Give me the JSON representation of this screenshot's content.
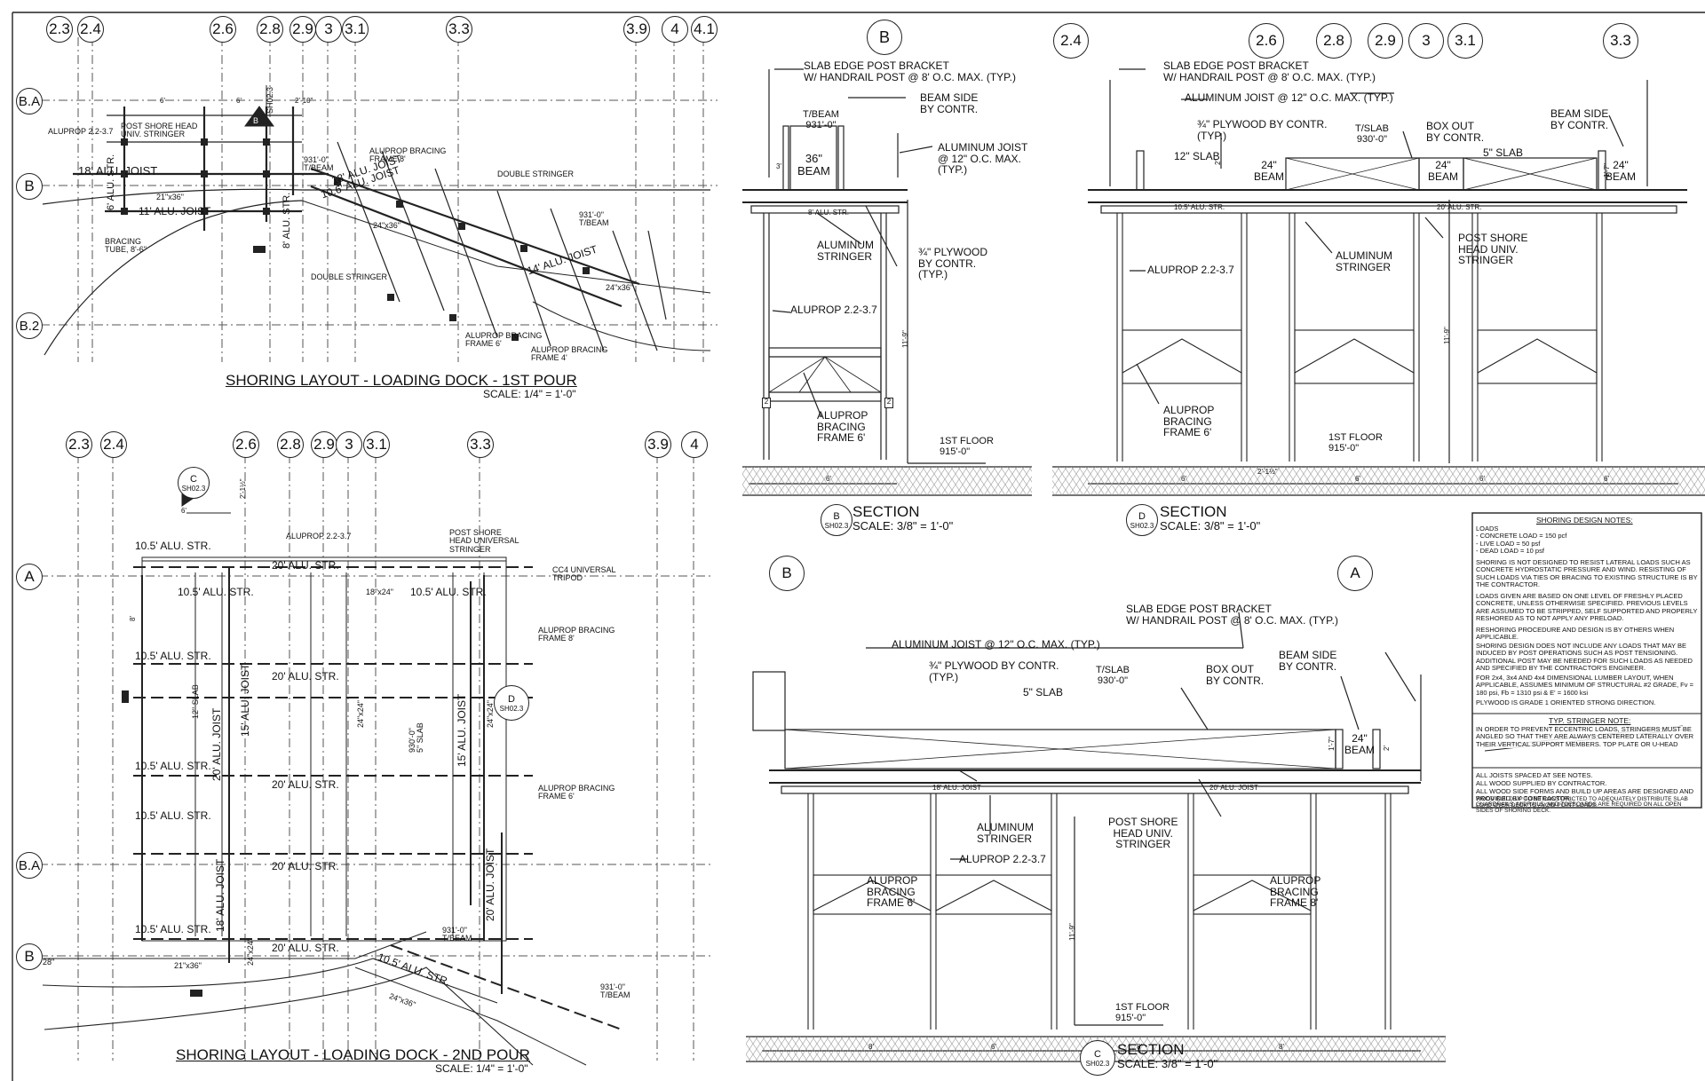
{
  "plan1": {
    "title": "SHORING LAYOUT - LOADING DOCK - 1ST POUR",
    "scale": "SCALE: 1/4\" = 1'-0\"",
    "grids": [
      "2.3",
      "2.4",
      "2.6",
      "2.8",
      "2.9",
      "3",
      "3.1",
      "3.3",
      "3.9",
      "4",
      "4.1"
    ],
    "rows": [
      "B.A",
      "B",
      "B.2"
    ],
    "labels": {
      "aluprop": "ALUPROP 2.2-3.7",
      "post_shore": "POST SHORE HEAD\nUNIV. STRINGER",
      "joist18": "18' ALU. JOIST",
      "joist11": "11' ALU. JOIST",
      "beam21": "21\"x36\"",
      "bracing_tube": "BRACING\nTUBE, 8'-6\"",
      "double_stringer": "DOUBLE STRINGER",
      "double_stringer2": "DOUBLE STRINGER",
      "bracing8": "ALUPROP BRACING\nFRAME 8'",
      "bracing6": "ALUPROP BRACING\nFRAME 6'",
      "bracing4": "ALUPROP BRACING\nFRAME 4'",
      "tbeam1": "931'-0\"\nT/BEAM",
      "tbeam2": "931'-0\"\nT/BEAM",
      "joist18b": "18' ALU. JOIST",
      "joist10": "10.6' ALU. JOIST",
      "joist14": "14' ALU. JOIST",
      "beam24a": "24\"x36\"",
      "beam24b": "24\"x36\"",
      "str6": "6' ALU. STR.",
      "str8": "8' ALU. STR.",
      "dim_6a": "6'",
      "dim_6b": "6'",
      "dim_210": "2'-10\"",
      "sh": "SH02.3",
      "b": "B"
    }
  },
  "plan2": {
    "title": "SHORING LAYOUT - LOADING DOCK - 2ND POUR",
    "scale": "SCALE: 1/4\" = 1'-0\"",
    "grids": [
      "2.3",
      "2.4",
      "2.6",
      "2.8",
      "2.9",
      "3",
      "3.1",
      "3.3",
      "3.9",
      "4"
    ],
    "rows": [
      "A",
      "B.A",
      "B"
    ],
    "labels": {
      "str105": "10.5' ALU. STR.",
      "str20": "20' ALU. STR.",
      "aluprop": "ALUPROP 2.2-3.7",
      "post_shore": "POST SHORE\nHEAD UNIVERSAL\nSTRINGER",
      "tripod": "CC4 UNIVERSAL\nTRIPOD",
      "bracing8": "ALUPROP BRACING\nFRAME 8'",
      "bracing6": "ALUPROP BRACING\nFRAME 6'",
      "joist20": "20' ALU. JOIST",
      "joist15": "15' ALU. JOIST",
      "joist18": "18' ALU. JOIST",
      "joist15b": "15' ALU. JOIST",
      "joist20b": "20' ALU. JOIST",
      "slab12": "12\" SLAB",
      "beam18": "18\"x24\"",
      "beam24": "24\"x24\"",
      "beam24b": "24\"x24\"",
      "beam21": "21\"x36\"",
      "beam2436": "24\"x36\"",
      "tslab": "930'-0\"\n5\" SLAB",
      "tbeam": "931'-0\"\nT/BEAM",
      "tbeam2": "931'-0\"\nT/BEAM",
      "dim28": "28\"",
      "dim6": "6'",
      "dim2": "2'-1½\"",
      "dim8": "8'",
      "c": "C",
      "d": "D",
      "sh": "SH02.3"
    }
  },
  "secB": {
    "bubble": "B",
    "title": "SECTION",
    "tag": "B",
    "sh": "SH02.3",
    "scale": "SCALE: 3/8\" = 1'-0\"",
    "slab_edge": "SLAB EDGE POST BRACKET\nW/ HANDRAIL POST @ 8' O.C. MAX. (TYP.)",
    "beam_side": "BEAM SIDE\nBY CONTR.",
    "tbeam": "T/BEAM\n931'-0\"",
    "beam36": "36\"\nBEAM",
    "al_joist": "ALUMINUM JOIST\n@ 12\" O.C. MAX.\n(TYP.)",
    "al_str": "ALUMINUM\nSTRINGER",
    "plywood": "¾\" PLYWOOD\nBY CONTR.\n(TYP.)",
    "aluprop": "ALUPROP 2.2-3.7",
    "bracing": "ALUPROP\nBRACING\nFRAME 6'",
    "floor": "1ST FLOOR\n915'-0\"",
    "str8": "8' ALU. STR.",
    "dim3": "3'",
    "dim119": "11'-9\"",
    "dim6": "6'",
    "two": "2"
  },
  "secD": {
    "title": "SECTION",
    "tag": "D",
    "sh": "SH02.3",
    "scale": "SCALE: 3/8\" = 1'-0\"",
    "grids": [
      "2.4",
      "2.6",
      "2.8",
      "2.9",
      "3",
      "3.1",
      "3.3"
    ],
    "slab_edge": "SLAB EDGE POST BRACKET\nW/ HANDRAIL POST @ 8' O.C. MAX. (TYP.)",
    "al_joist": "ALUMINUM JOIST @ 12\" O.C. MAX. (TYP.)",
    "plywood": "¾\" PLYWOOD BY CONTR.\n(TYP.)",
    "tslab": "T/SLAB\n930'-0\"",
    "box_out": "BOX OUT\nBY CONTR.",
    "beam_side": "BEAM SIDE\nBY CONTR.",
    "slab12": "12\" SLAB",
    "slab5": "5\" SLAB",
    "beam24": "24\"\nBEAM",
    "str105": "10.5' ALU. STR.",
    "str20": "20' ALU. STR.",
    "aluprop": "ALUPROP 2.2-3.7",
    "al_str": "ALUMINUM\nSTRINGER",
    "post_shore": "POST SHORE\nHEAD UNIV.\nSTRINGER",
    "bracing": "ALUPROP\nBRACING\nFRAME 6'",
    "floor": "1ST FLOOR\n915'-0\"",
    "dim119": "11'-9\"",
    "dim17": "1'-7\"",
    "dim2": "2'",
    "dim6": "6'",
    "dim212": "2'-1½\"",
    "two": "2"
  },
  "secC": {
    "title": "SECTION",
    "tag": "C",
    "sh": "SH02.3",
    "scale": "SCALE: 3/8\" = 1'-0\"",
    "grids": [
      "B",
      "A"
    ],
    "slab_edge": "SLAB EDGE POST BRACKET\nW/ HANDRAIL POST @ 8' O.C. MAX. (TYP.)",
    "al_joist": "ALUMINUM JOIST @ 12\" O.C. MAX. (TYP.)",
    "plywood": "¾\" PLYWOOD BY CONTR.\n(TYP.)",
    "tslab": "T/SLAB\n930'-0\"",
    "box_out": "BOX OUT\nBY CONTR.",
    "beam_side": "BEAM SIDE\nBY CONTR.",
    "slab5": "5\" SLAB",
    "beam24": "24\"\nBEAM",
    "joist18": "18' ALU. JOIST",
    "joist20": "20' ALU. JOIST",
    "al_str": "ALUMINUM\nSTRINGER",
    "aluprop": "ALUPROP 2.2-3.7",
    "post_shore": "POST SHORE\nHEAD UNIV.\nSTRINGER",
    "bracing6": "ALUPROP\nBRACING\nFRAME 6'",
    "bracing8": "ALUPROP\nBRACING\nFRAME 8'",
    "floor": "1ST FLOOR\n915'-0\"",
    "dim119": "11'-9\"",
    "dim17": "1'-7\"",
    "dim2": "2'",
    "dim8": "8'",
    "dim6": "6'",
    "two": "2"
  },
  "notes": {
    "title": "SHORING DESIGN NOTES:",
    "loads_head": "LOADS",
    "loads": "LOADS\n- CONCRETE LOAD = 150 pcf\n- LIVE LOAD = 50 psf\n- DEAD LOAD = 10 psf",
    "n1": "SHORING IS NOT DESIGNED TO RESIST LATERAL LOADS SUCH AS CONCRETE HYDROSTATIC PRESSURE AND WIND. RESISTING OF SUCH LOADS VIA TIES OR BRACING TO EXISTING STRUCTURE IS BY THE CONTRACTOR.",
    "n2": "LOADS GIVEN ARE BASED ON ONE LEVEL OF FRESHLY PLACED CONCRETE, UNLESS OTHERWISE SPECIFIED. PREVIOUS LEVELS ARE ASSUMED TO BE STRIPPED, SELF SUPPORTED AND PROPERLY RESHORED AS TO NOT APPLY ANY PRELOAD.",
    "n3": "RESHORING PROCEDURE AND DESIGN IS BY OTHERS WHEN APPLICABLE.",
    "n4": "SHORING DESIGN DOES NOT INCLUDE ANY LOADS THAT MAY BE INDUCED BY POST OPERATIONS SUCH AS POST TENSIONING. ADDITIONAL POST MAY BE NEEDED FOR SUCH LOADS AS NEEDED AND SPECIFIED BY THE CONTRACTOR'S ENGINEER.",
    "n5": "FOR 2x4, 3x4 AND 4x4 DIMENSIONAL LUMBER LAYOUT, WHEN APPLICABLE, ASSUMES MINIMUM OF STRUCTURAL #2 GRADE, Fv = 180 psi, Fb = 1310 psi & E' = 1600 ksi",
    "n6": "PLYWOOD IS GRADE 1 ORIENTED STRONG DIRECTION.",
    "stringer_title": "TYP. STRINGER NOTE:",
    "stringer_text": "IN ORDER TO PREVENT ECCENTRIC LOADS, STRINGERS MUST BE ANGLED SO THAT THEY ARE ALWAYS CENTERED LATERALLY OVER THEIR VERTICAL SUPPORT MEMBERS. TOP PLATE OR U-HEAD",
    "g1": "ALL JOISTS SPACED AT SEE NOTES.",
    "g2": "ALL WOOD SUPPLIED BY CONTRACTOR.",
    "g3": "ALL WOOD SIDE FORMS AND BUILD UP AREAS ARE DESIGNED AND PROVIDED BY CONTRACTOR.",
    "g4": "WOOD BUILD UP TO BE CONSTRUCTED TO ADEQUATELY DISTRIBUTE SLAB LOAD OVER DECK TO AVOID POINT LOADS.",
    "g5": "GUARDRAILS, MIDRAILS, AND TOEBOARDS ARE REQUIRED ON ALL OPEN SIDES OF SHORING DECK."
  },
  "colors": {
    "line": "#222222",
    "ground": "#999999",
    "paper": "#ffffff"
  }
}
